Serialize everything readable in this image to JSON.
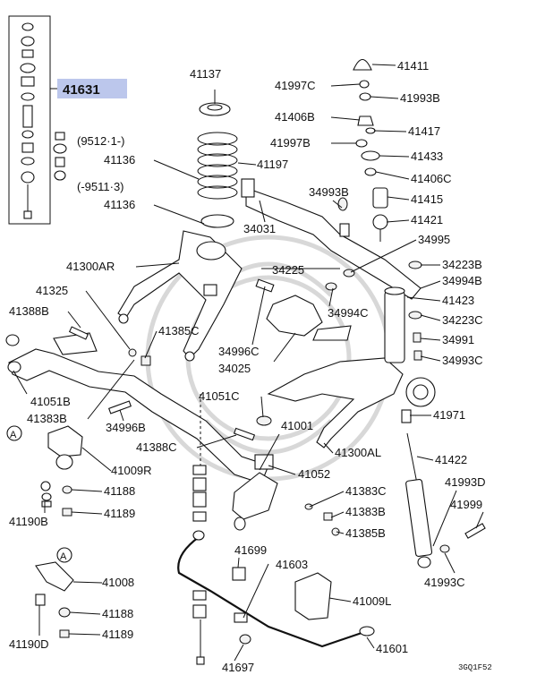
{
  "title_code": "41631",
  "highlight_color": "#bcc7ec",
  "footer_code": "3GQ1F52",
  "notes": [
    "(9512·1-)",
    "(-9511·3)"
  ],
  "labels": [
    {
      "id": "41137",
      "text": "41137"
    },
    {
      "id": "41136a",
      "text": "41136"
    },
    {
      "id": "41197",
      "text": "41197"
    },
    {
      "id": "41136b",
      "text": "41136"
    },
    {
      "id": "41300AR",
      "text": "41300AR"
    },
    {
      "id": "41325",
      "text": "41325"
    },
    {
      "id": "41388B",
      "text": "41388B"
    },
    {
      "id": "41385C",
      "text": "41385C"
    },
    {
      "id": "41051B",
      "text": "41051B"
    },
    {
      "id": "41383B_l",
      "text": "41383B"
    },
    {
      "id": "34996B",
      "text": "34996B"
    },
    {
      "id": "41388C",
      "text": "41388C"
    },
    {
      "id": "41009R",
      "text": "41009R"
    },
    {
      "id": "41188a",
      "text": "41188"
    },
    {
      "id": "41189a",
      "text": "41189"
    },
    {
      "id": "41190B",
      "text": "41190B"
    },
    {
      "id": "41008",
      "text": "41008"
    },
    {
      "id": "41188b",
      "text": "41188"
    },
    {
      "id": "41189b",
      "text": "41189"
    },
    {
      "id": "41190D",
      "text": "41190D"
    },
    {
      "id": "41697",
      "text": "41697"
    },
    {
      "id": "41699",
      "text": "41699"
    },
    {
      "id": "41603",
      "text": "41603"
    },
    {
      "id": "41009L",
      "text": "41009L"
    },
    {
      "id": "41601",
      "text": "41601"
    },
    {
      "id": "41411",
      "text": "41411"
    },
    {
      "id": "41997C_a",
      "text": "41997C"
    },
    {
      "id": "41993B",
      "text": "41993B"
    },
    {
      "id": "41406B",
      "text": "41406B"
    },
    {
      "id": "41417",
      "text": "41417"
    },
    {
      "id": "41997B",
      "text": "41997B"
    },
    {
      "id": "41433",
      "text": "41433"
    },
    {
      "id": "41406C",
      "text": "41406C"
    },
    {
      "id": "34993B",
      "text": "34993B"
    },
    {
      "id": "41415",
      "text": "41415"
    },
    {
      "id": "41421",
      "text": "41421"
    },
    {
      "id": "34031",
      "text": "34031"
    },
    {
      "id": "34995",
      "text": "34995"
    },
    {
      "id": "34225",
      "text": "34225"
    },
    {
      "id": "34223B",
      "text": "34223B"
    },
    {
      "id": "34994B",
      "text": "34994B"
    },
    {
      "id": "41423",
      "text": "41423"
    },
    {
      "id": "34994C",
      "text": "34994C"
    },
    {
      "id": "34223C",
      "text": "34223C"
    },
    {
      "id": "34996C",
      "text": "34996C"
    },
    {
      "id": "34991",
      "text": "34991"
    },
    {
      "id": "34025",
      "text": "34025"
    },
    {
      "id": "34993C",
      "text": "34993C"
    },
    {
      "id": "41051C",
      "text": "41051C"
    },
    {
      "id": "41001",
      "text": "41001"
    },
    {
      "id": "41971",
      "text": "41971"
    },
    {
      "id": "41300AL",
      "text": "41300AL"
    },
    {
      "id": "41422",
      "text": "41422"
    },
    {
      "id": "41052",
      "text": "41052"
    },
    {
      "id": "41993D",
      "text": "41993D"
    },
    {
      "id": "41383C",
      "text": "41383C"
    },
    {
      "id": "41999",
      "text": "41999"
    },
    {
      "id": "41383B_r",
      "text": "41383B"
    },
    {
      "id": "41385B",
      "text": "41385B"
    },
    {
      "id": "41993C",
      "text": "41993C"
    }
  ],
  "callouts": [
    "A",
    "A"
  ]
}
